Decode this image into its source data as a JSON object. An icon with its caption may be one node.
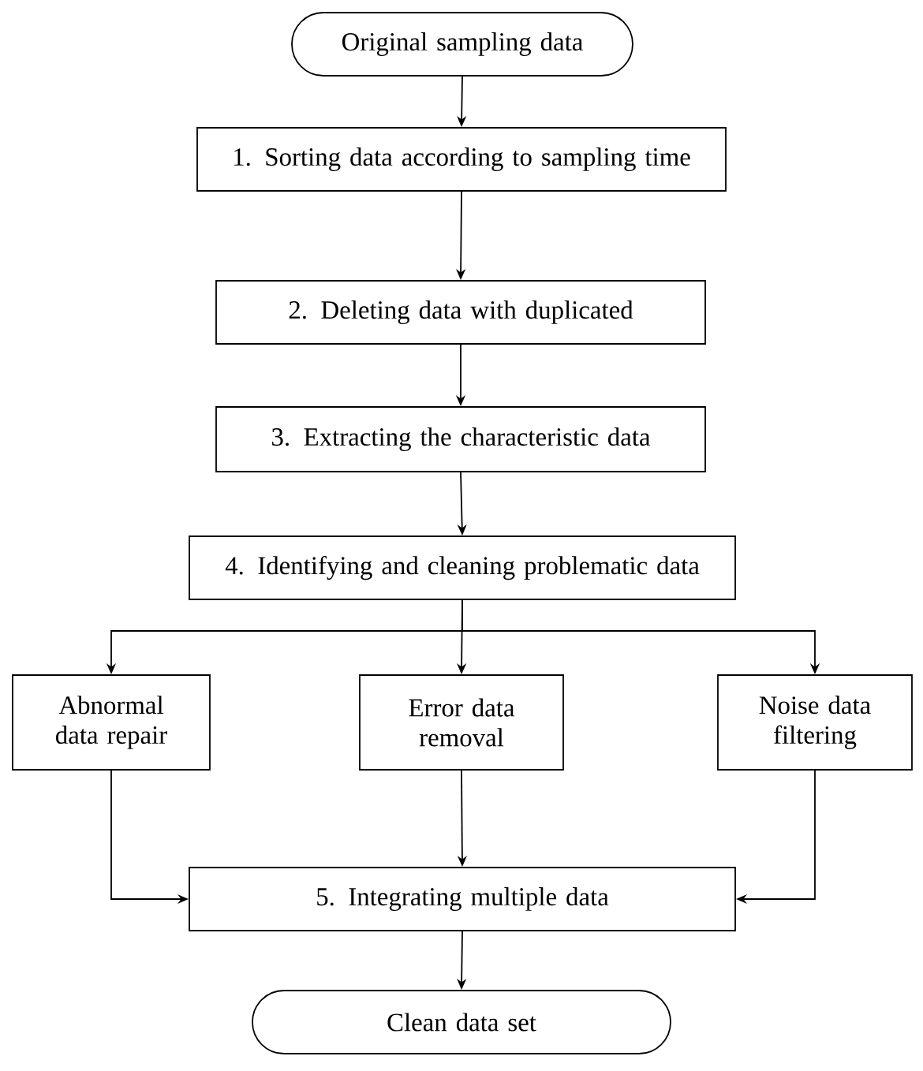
{
  "diagram": {
    "nodes": [
      {
        "text": [
          "Original sampling data"
        ]
      },
      {
        "text": [
          "1. Sorting data according to sampling time"
        ]
      },
      {
        "text": [
          "2. Deleting data with duplicated"
        ]
      },
      {
        "text": [
          "3. Extracting the characteristic data"
        ]
      },
      {
        "text": [
          "4. Identifying and cleaning problematic data"
        ]
      },
      {
        "text": [
          "Abnormal data repair"
        ]
      },
      {
        "text": [
          "Error data removal"
        ]
      },
      {
        "text": [
          "Noise data filtering"
        ]
      },
      {
        "text": [
          "5. Integrating multiple data"
        ]
      },
      {
        "text": [
          "Clean data set"
        ]
      }
    ],
    "edges": [
      {
        "from": 0,
        "to": 1,
        "arrow": "to"
      },
      {
        "from": 1,
        "to": 2,
        "arrow": "to"
      },
      {
        "from": 2,
        "to": 3,
        "arrow": "to"
      },
      {
        "from": 3,
        "to": 4,
        "arrow": "to"
      },
      {
        "from": 4,
        "to": 5,
        "arrow": "to"
      },
      {
        "from": 4,
        "to": 6,
        "arrow": "to"
      },
      {
        "from": 4,
        "to": 7,
        "arrow": "to"
      },
      {
        "from": 5,
        "to": 8,
        "arrow": "to"
      },
      {
        "from": 6,
        "to": 8,
        "arrow": "to"
      },
      {
        "from": 7,
        "to": 8,
        "arrow": "to"
      },
      {
        "from": 8,
        "to": 9,
        "arrow": "to"
      }
    ]
  }
}
